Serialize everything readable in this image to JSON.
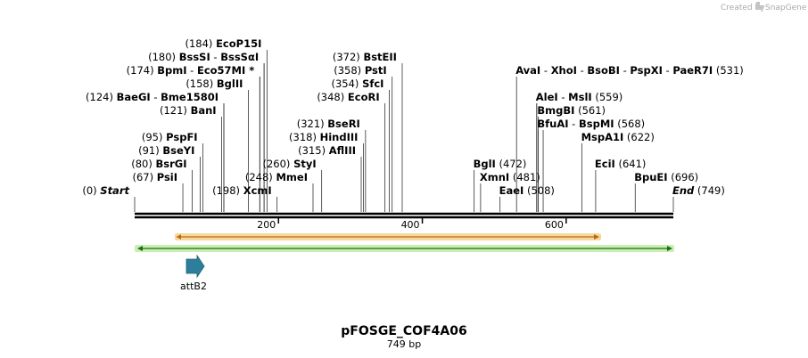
{
  "branding": {
    "text": "Created by",
    "app": "SnapGene"
  },
  "plasmid": {
    "name": "pFOSGE_COF4A06",
    "length_label": "749 bp",
    "length": 749
  },
  "axis": {
    "ticks": [
      200,
      400,
      600
    ]
  },
  "features": [
    {
      "name": "attB2",
      "type": "arrow",
      "color": "#2d7e9b"
    }
  ],
  "sites": [
    {
      "row": 0,
      "lines": [
        {
          "pos": 0,
          "label": "Start"
        }
      ],
      "segments": [
        {
          "text": "(0) "
        },
        {
          "text": "Start",
          "style": "i"
        }
      ]
    },
    {
      "row": 0,
      "lines": [
        {
          "pos": 198,
          "label": "XcmI"
        }
      ],
      "segments": [
        {
          "text": "(198) "
        },
        {
          "text": "XcmI",
          "style": "b"
        }
      ]
    },
    {
      "row": 0,
      "lines": [
        {
          "pos": 508,
          "label": "EaeI"
        }
      ],
      "segments": [
        {
          "text": "EaeI",
          "style": "b"
        },
        {
          "text": " (508)"
        }
      ]
    },
    {
      "row": 0,
      "lines": [
        {
          "pos": 749,
          "label": "End"
        }
      ],
      "segments": [
        {
          "text": "End",
          "style": "i"
        },
        {
          "text": " (749)"
        }
      ]
    },
    {
      "row": 1,
      "lines": [
        {
          "pos": 67,
          "label": "PsiI"
        }
      ],
      "segments": [
        {
          "text": "(67) "
        },
        {
          "text": "PsiI",
          "style": "b"
        }
      ]
    },
    {
      "row": 1,
      "lines": [
        {
          "pos": 248,
          "label": "MmeI"
        }
      ],
      "segments": [
        {
          "text": "(248) "
        },
        {
          "text": "MmeI",
          "style": "b"
        }
      ]
    },
    {
      "row": 1,
      "lines": [
        {
          "pos": 481,
          "label": "XmnI"
        }
      ],
      "segments": [
        {
          "text": "XmnI",
          "style": "b"
        },
        {
          "text": " (481)"
        }
      ]
    },
    {
      "row": 1,
      "lines": [
        {
          "pos": 696,
          "label": "BpuEI"
        }
      ],
      "segments": [
        {
          "text": "BpuEI",
          "style": "b"
        },
        {
          "text": " (696)"
        }
      ]
    },
    {
      "row": 2,
      "lines": [
        {
          "pos": 80,
          "label": "BsrGI"
        }
      ],
      "segments": [
        {
          "text": "(80) "
        },
        {
          "text": "BsrGI",
          "style": "b"
        }
      ]
    },
    {
      "row": 2,
      "lines": [
        {
          "pos": 260,
          "label": "StyI"
        }
      ],
      "segments": [
        {
          "text": "(260) "
        },
        {
          "text": "StyI",
          "style": "b"
        }
      ]
    },
    {
      "row": 2,
      "lines": [
        {
          "pos": 472,
          "label": "BglI"
        }
      ],
      "segments": [
        {
          "text": "BglI",
          "style": "b"
        },
        {
          "text": " (472)"
        }
      ]
    },
    {
      "row": 2,
      "lines": [
        {
          "pos": 641,
          "label": "EciI"
        }
      ],
      "segments": [
        {
          "text": "EciI",
          "style": "b"
        },
        {
          "text": " (641)"
        }
      ]
    },
    {
      "row": 3,
      "lines": [
        {
          "pos": 91,
          "label": "BseYI"
        }
      ],
      "segments": [
        {
          "text": "(91) "
        },
        {
          "text": "BseYI",
          "style": "b"
        }
      ]
    },
    {
      "row": 3,
      "lines": [
        {
          "pos": 315,
          "label": "AflIII"
        }
      ],
      "segments": [
        {
          "text": "(315) "
        },
        {
          "text": "AflIII",
          "style": "b"
        }
      ]
    },
    {
      "row": 4,
      "lines": [
        {
          "pos": 95,
          "label": "PspFI"
        }
      ],
      "segments": [
        {
          "text": "(95) "
        },
        {
          "text": "PspFI",
          "style": "b"
        }
      ]
    },
    {
      "row": 4,
      "lines": [
        {
          "pos": 318,
          "label": "HindIII"
        }
      ],
      "segments": [
        {
          "text": "(318) "
        },
        {
          "text": "HindIII",
          "style": "b"
        }
      ]
    },
    {
      "row": 4,
      "lines": [
        {
          "pos": 622,
          "label": "MspA1I"
        }
      ],
      "segments": [
        {
          "text": "MspA1I",
          "style": "b"
        },
        {
          "text": " (622)"
        }
      ]
    },
    {
      "row": 5,
      "lines": [
        {
          "pos": 321,
          "label": "BseRI"
        }
      ],
      "segments": [
        {
          "text": "(321) "
        },
        {
          "text": "BseRI",
          "style": "b"
        }
      ]
    },
    {
      "row": 5,
      "lines": [
        {
          "pos": 561,
          "label": "BfuAI"
        },
        {
          "pos": 568,
          "label": "BspMI"
        }
      ],
      "segments": [
        {
          "text": "BfuAI",
          "style": "b"
        },
        {
          "text": " - "
        },
        {
          "text": "BspMI",
          "style": "b"
        },
        {
          "text": " (568)"
        }
      ]
    },
    {
      "row": 6,
      "lines": [
        {
          "pos": 121,
          "label": "BanI"
        }
      ],
      "segments": [
        {
          "text": "(121) "
        },
        {
          "text": "BanI",
          "style": "b"
        }
      ]
    },
    {
      "row": 6,
      "lines": [
        {
          "pos": 561,
          "label": "BmgBI"
        }
      ],
      "segments": [
        {
          "text": "BmgBI",
          "style": "b"
        },
        {
          "text": " (561)"
        }
      ]
    },
    {
      "row": 7,
      "lines": [
        {
          "pos": 124,
          "label": "BaeGI"
        },
        {
          "pos": 124,
          "label": "Bme1580I"
        }
      ],
      "segments": [
        {
          "text": "(124) "
        },
        {
          "text": "BaeGI",
          "style": "b"
        },
        {
          "text": " - "
        },
        {
          "text": "Bme1580I",
          "style": "b"
        }
      ]
    },
    {
      "row": 7,
      "lines": [
        {
          "pos": 348,
          "label": "EcoRI"
        }
      ],
      "segments": [
        {
          "text": "(348) "
        },
        {
          "text": "EcoRI",
          "style": "b"
        }
      ]
    },
    {
      "row": 7,
      "lines": [
        {
          "pos": 559,
          "label": "AleI"
        },
        {
          "pos": 559,
          "label": "MslI"
        }
      ],
      "segments": [
        {
          "text": "AleI",
          "style": "b"
        },
        {
          "text": " - "
        },
        {
          "text": "MslI",
          "style": "b"
        },
        {
          "text": " (559)"
        }
      ]
    },
    {
      "row": 8,
      "lines": [
        {
          "pos": 158,
          "label": "BglII"
        }
      ],
      "segments": [
        {
          "text": "(158) "
        },
        {
          "text": "BglII",
          "style": "b"
        }
      ]
    },
    {
      "row": 8,
      "lines": [
        {
          "pos": 354,
          "label": "SfcI"
        }
      ],
      "segments": [
        {
          "text": "(354) "
        },
        {
          "text": "SfcI",
          "style": "b"
        }
      ]
    },
    {
      "row": 9,
      "lines": [
        {
          "pos": 174,
          "label": "BpmI"
        },
        {
          "pos": 174,
          "label": "Eco57MI"
        }
      ],
      "segments": [
        {
          "text": "(174) "
        },
        {
          "text": "BpmI",
          "style": "b"
        },
        {
          "text": " - "
        },
        {
          "text": "Eco57MI *",
          "style": "b"
        }
      ]
    },
    {
      "row": 9,
      "lines": [
        {
          "pos": 358,
          "label": "PstI"
        }
      ],
      "segments": [
        {
          "text": "(358) "
        },
        {
          "text": "PstI",
          "style": "b"
        }
      ]
    },
    {
      "row": 9,
      "lines": [
        {
          "pos": 531,
          "label": "AvaI"
        }
      ],
      "segments": [
        {
          "text": "AvaI",
          "style": "b"
        },
        {
          "text": " - "
        },
        {
          "text": "XhoI",
          "style": "b"
        },
        {
          "text": " - "
        },
        {
          "text": "BsoBI",
          "style": "b"
        },
        {
          "text": " - "
        },
        {
          "text": "PspXI",
          "style": "b"
        },
        {
          "text": " - "
        },
        {
          "text": "PaeR7I",
          "style": "b"
        },
        {
          "text": " (531)"
        }
      ]
    },
    {
      "row": 10,
      "lines": [
        {
          "pos": 180,
          "label": "BssSI"
        },
        {
          "pos": 180,
          "label": "BssSαI"
        }
      ],
      "segments": [
        {
          "text": "(180) "
        },
        {
          "text": "BssSI",
          "style": "b"
        },
        {
          "text": " - "
        },
        {
          "text": "BssSαI",
          "style": "b"
        }
      ]
    },
    {
      "row": 10,
      "lines": [
        {
          "pos": 372,
          "label": "BstEII"
        }
      ],
      "segments": [
        {
          "text": "(372) "
        },
        {
          "text": "BstEII",
          "style": "b"
        }
      ]
    },
    {
      "row": 11,
      "lines": [
        {
          "pos": 184,
          "label": "EcoP15I"
        }
      ],
      "segments": [
        {
          "text": "(184) "
        },
        {
          "text": "EcoP15I",
          "style": "b"
        }
      ]
    }
  ]
}
